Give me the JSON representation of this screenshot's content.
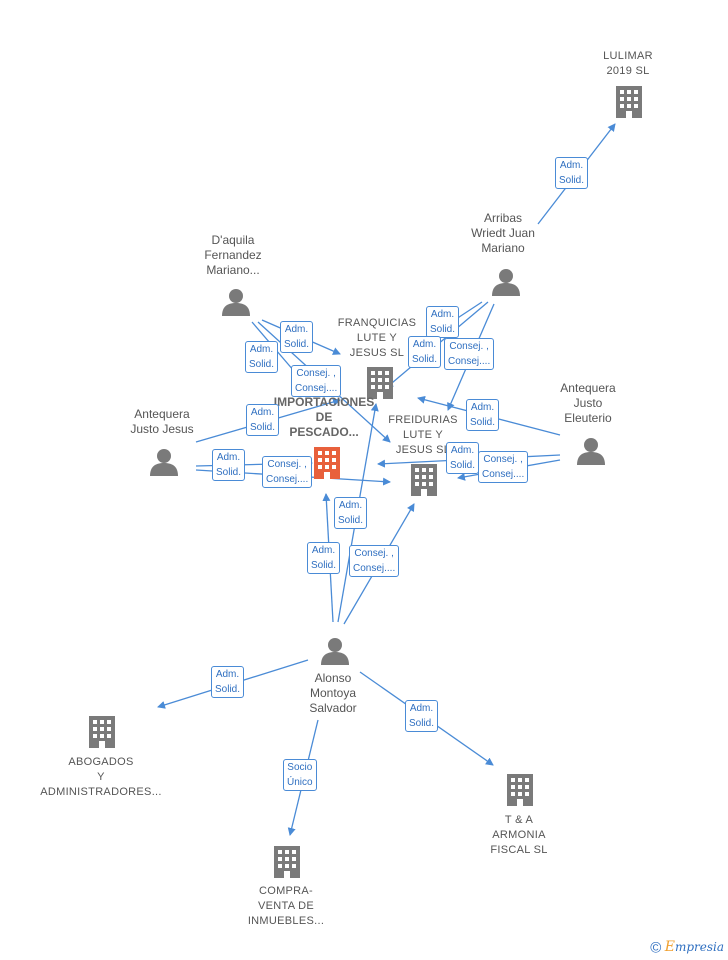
{
  "nodes": {
    "lulimar": "LULIMAR\n2019 SL",
    "arribas": "Arribas\nWriedt Juan\nMariano",
    "daquila": "D'aquila\nFernandez\nMariano...",
    "franquicias": "FRANQUICIAS\nLUTE Y\nJESUS SL",
    "importaciones": "IMPORTACIONES\nDE\nPESCADO...",
    "antequera_jesus": "Antequera\nJusto Jesus",
    "freidurias": "FREIDURIAS\nLUTE Y\nJESUS SL",
    "antequera_eleuterio": "Antequera\nJusto\nEleuterio",
    "alonso": "Alonso\nMontoya\nSalvador",
    "abogados": "ABOGADOS\nY\nADMINISTRADORES...",
    "ta_armonia": "T & A\nARMONIA\nFISCAL SL",
    "compraventa": "COMPRA-\nVENTA DE\nINMUEBLES..."
  },
  "edge_labels": {
    "adm_solid": "Adm.\nSolid.",
    "consej": "Consej. ,\nConsej....",
    "socio_unico": "Socio\nÚnico"
  },
  "colors": {
    "edge": "#4a8bd6",
    "icon": "#7a7a7a",
    "main_icon": "#e8603c"
  },
  "footer": {
    "copyright_icon": "©",
    "brand_first": "E",
    "brand_rest": "mpresia"
  }
}
